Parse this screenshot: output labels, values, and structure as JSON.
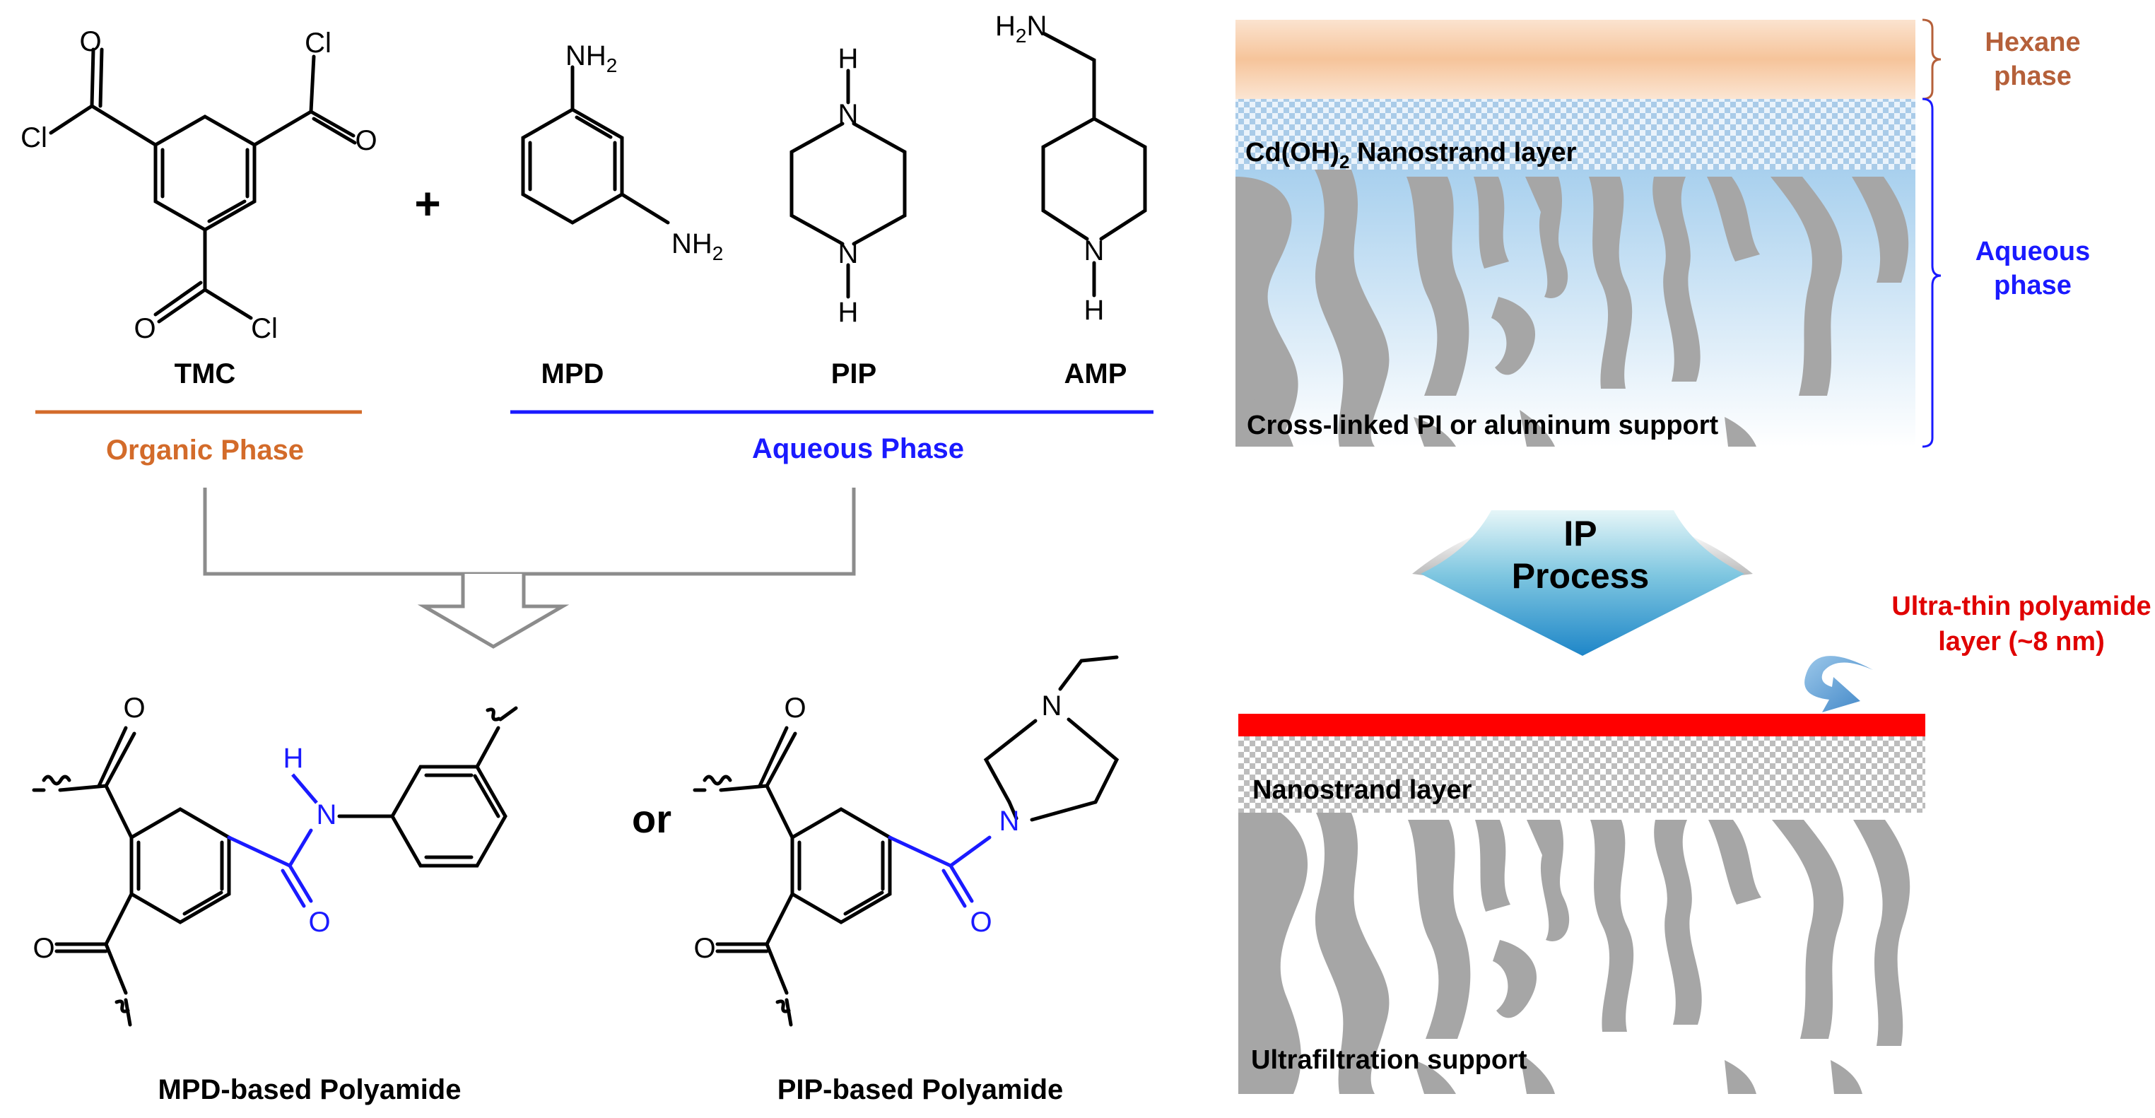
{
  "colors": {
    "organic": "#d36b2a",
    "aqueous": "#1a1aff",
    "amide": "#1a1aff",
    "hexane_label": "#b5603a",
    "polyamide_layer": "#ff0000",
    "ultra_label": "#e00000",
    "pore_gray": "#a6a6a6",
    "bond": "#000000",
    "connector": "#8c8c8c"
  },
  "reactants": {
    "tmc": {
      "label": "TMC",
      "atoms": {
        "cl1": "Cl",
        "cl2": "Cl",
        "cl3": "Cl",
        "o1": "O",
        "o2": "O",
        "o3": "O"
      }
    },
    "plus": "+",
    "mpd": {
      "label": "MPD",
      "nh2_top": "NH",
      "nh2_top_sub": "2",
      "nh2_right": "NH",
      "nh2_right_sub": "2"
    },
    "pip": {
      "label": "PIP",
      "n": "N",
      "h": "H"
    },
    "amp": {
      "label": "AMP",
      "h2n_h": "H",
      "h2n_sub": "2",
      "h2n_n": "N",
      "n": "N",
      "h": "H"
    }
  },
  "phases": {
    "organic": "Organic Phase",
    "aqueous": "Aqueous Phase"
  },
  "products": {
    "connector": "or",
    "mpd_polyamide": {
      "label": "MPD-based Polyamide",
      "o": "O",
      "n": "N",
      "h": "H"
    },
    "pip_polyamide": {
      "label": "PIP-based Polyamide",
      "o": "O",
      "n": "N"
    }
  },
  "membrane_top": {
    "hexane_label_line1": "Hexane",
    "hexane_label_line2": "phase",
    "aqueous_label_line1": "Aqueous",
    "aqueous_label_line2": "phase",
    "nanostrand_prefix": "Cd(OH)",
    "nanostrand_sub": "2",
    "nanostrand_suffix": " Nanostrand layer",
    "support_label": "Cross-linked PI or aluminum support"
  },
  "process": {
    "line1": "IP",
    "line2": "Process"
  },
  "membrane_bottom": {
    "ultra_label_line1": "Ultra-thin polyamide",
    "ultra_label_line2": "layer (~8 nm)",
    "nanostrand_label": "Nanostrand layer",
    "support_label": "Ultrafiltration support"
  }
}
